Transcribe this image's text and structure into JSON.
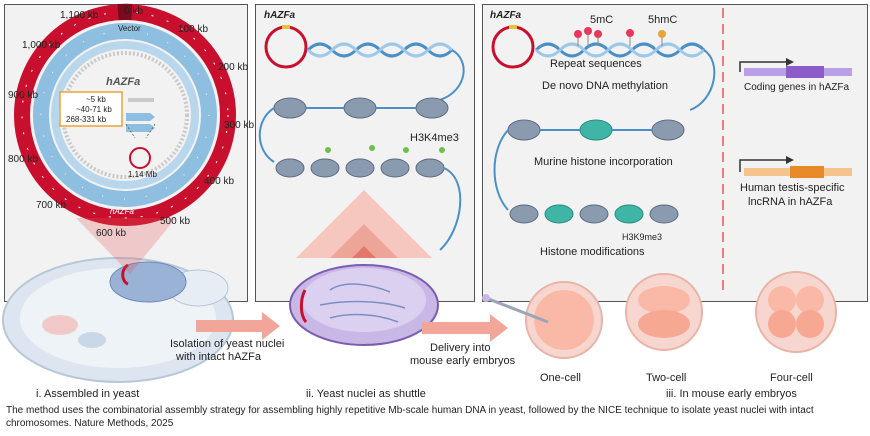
{
  "panel1": {
    "kb_labels": [
      "0 kb",
      "100 kb",
      "200 kb",
      "300 kb",
      "400 kb",
      "500 kb",
      "600 kb",
      "700 kb",
      "800 kb",
      "900 kb",
      "1,000 kb",
      "1,100 kb"
    ],
    "vector": "Vector",
    "inner_label": "hAZFa",
    "ring_label": "hAZFa",
    "box_lines": [
      "~5 kb",
      "~40-71 kb",
      "268-331 kb"
    ],
    "circle_size": "1.14 Mb"
  },
  "panel2": {
    "hazfa": "hAZFa",
    "h3k4me3": "H3K4me3"
  },
  "panel3": {
    "hazfa": "hAZFa",
    "mc5": "5mC",
    "hmc5": "5hmC",
    "repeat": "Repeat sequences",
    "denovo": "De novo DNA methylation",
    "murine": "Murine histone incorporation",
    "h3k9": "H3K9me3",
    "histmod": "Histone modifications",
    "coding": "Coding genes in hAZFa",
    "lncrna_1": "Human testis-specific",
    "lncrna_2": "lncRNA in hAZFa"
  },
  "bottom": {
    "isolation_1": "Isolation of yeast nuclei",
    "isolation_2": "with intact hAZFa",
    "delivery_1": "Delivery into",
    "delivery_2": "mouse early embryos",
    "one_cell": "One-cell",
    "two_cell": "Two-cell",
    "four_cell": "Four-cell",
    "step1": "i. Assembled in yeast",
    "step2": "ii. Yeast nuclei as shuttle",
    "step3": "iii. In mouse early embryos"
  },
  "caption": "The method uses the combinatorial assembly strategy for assembling highly repetitive Mb-scale human DNA in yeast, followed by the NICE technique to isolate yeast nuclei with intact chromosomes. Nature Methods, 2025",
  "colors": {
    "red_ring": "#c8102e",
    "blue_ring": "#8fbfe0",
    "dna_blue": "#4a90c8",
    "nucleosome": "#8a9bb0",
    "teal_histone": "#3fb5a5",
    "purple_gene": "#8c5cc8",
    "orange_gene": "#e88a2a"
  }
}
